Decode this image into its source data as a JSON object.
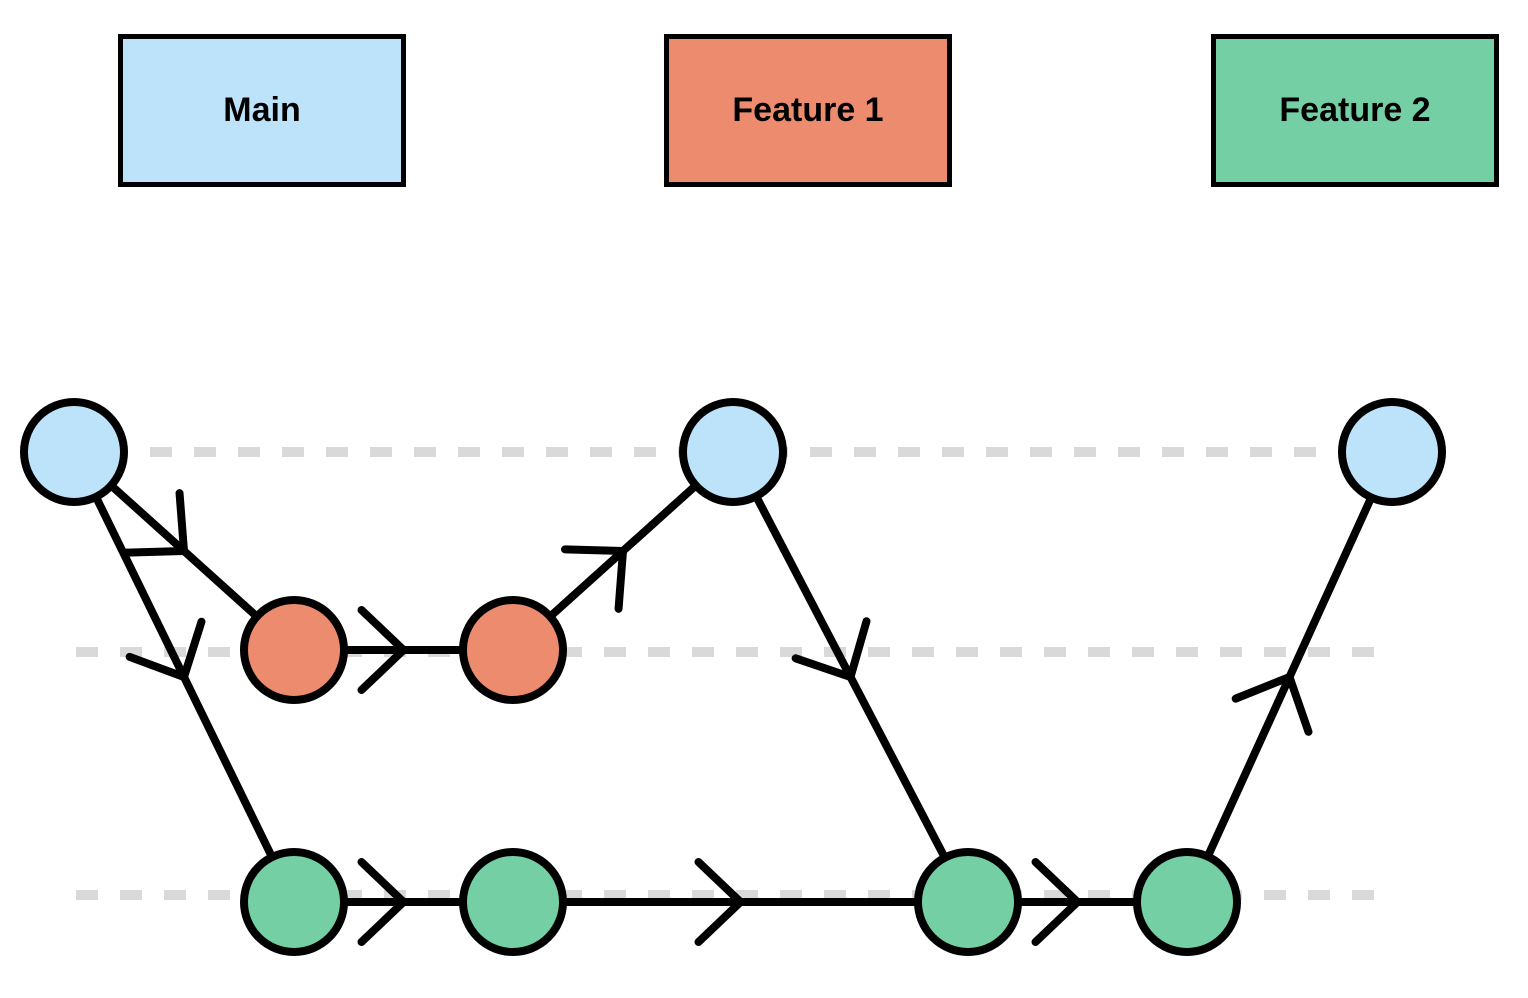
{
  "colors": {
    "main": "#BDE3FB",
    "feature1": "#EC8B6E",
    "feature2": "#74CFA4",
    "guide": "#D9D9D9",
    "stroke": "#000000"
  },
  "legend": [
    {
      "id": "main",
      "label": "Main",
      "color": "#BDE3FB"
    },
    {
      "id": "feature1",
      "label": "Feature 1",
      "color": "#EC8B6E"
    },
    {
      "id": "feature2",
      "label": "Feature 2",
      "color": "#74CFA4"
    }
  ],
  "commits": [
    {
      "id": "m1",
      "branch": "main"
    },
    {
      "id": "f1a",
      "branch": "feature1"
    },
    {
      "id": "f1b",
      "branch": "feature1"
    },
    {
      "id": "m2",
      "branch": "main"
    },
    {
      "id": "f2a",
      "branch": "feature2"
    },
    {
      "id": "f2b",
      "branch": "feature2"
    },
    {
      "id": "f2c",
      "branch": "feature2"
    },
    {
      "id": "f2d",
      "branch": "feature2"
    },
    {
      "id": "m3",
      "branch": "main"
    }
  ],
  "edges": [
    {
      "from": "m1",
      "to": "f1a"
    },
    {
      "from": "m1",
      "to": "f2a"
    },
    {
      "from": "f1a",
      "to": "f1b"
    },
    {
      "from": "f1b",
      "to": "m2"
    },
    {
      "from": "m2",
      "to": "f2c"
    },
    {
      "from": "f2a",
      "to": "f2b"
    },
    {
      "from": "f2b",
      "to": "f2c"
    },
    {
      "from": "f2c",
      "to": "f2d"
    },
    {
      "from": "f2d",
      "to": "m3"
    }
  ]
}
